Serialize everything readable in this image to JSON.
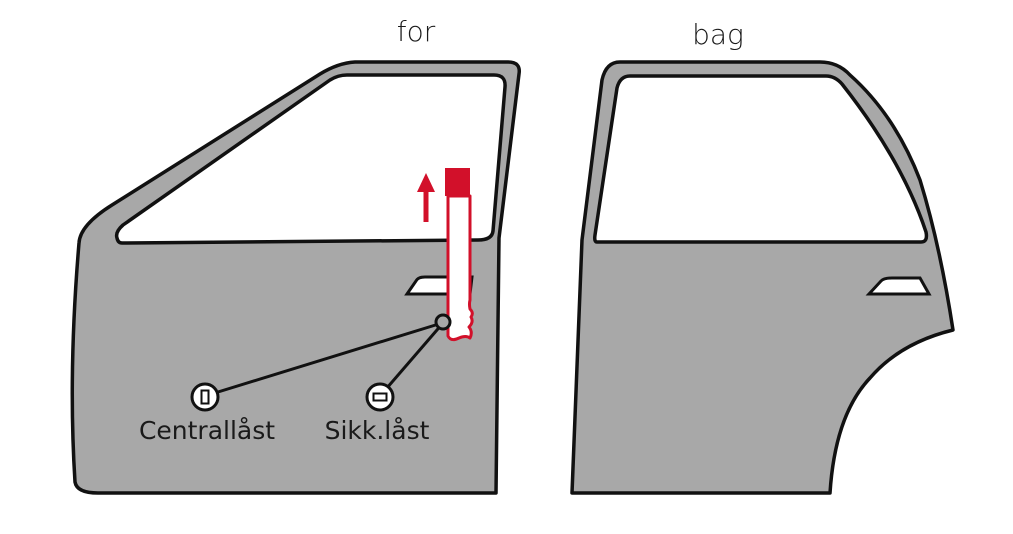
{
  "headings": {
    "front": "for",
    "rear": "bag"
  },
  "callouts": {
    "central_lock": "Centrallåst",
    "safety_lock": "Sikk.låst"
  },
  "colors": {
    "door_fill": "#a8a8a8",
    "outline": "#111111",
    "accent": "#d2102a",
    "background": "#ffffff"
  },
  "icons": {
    "arrow": "arrow-up-icon",
    "central_lock": "lock-vertical-slot-icon",
    "safety_lock": "lock-horizontal-slot-icon"
  }
}
